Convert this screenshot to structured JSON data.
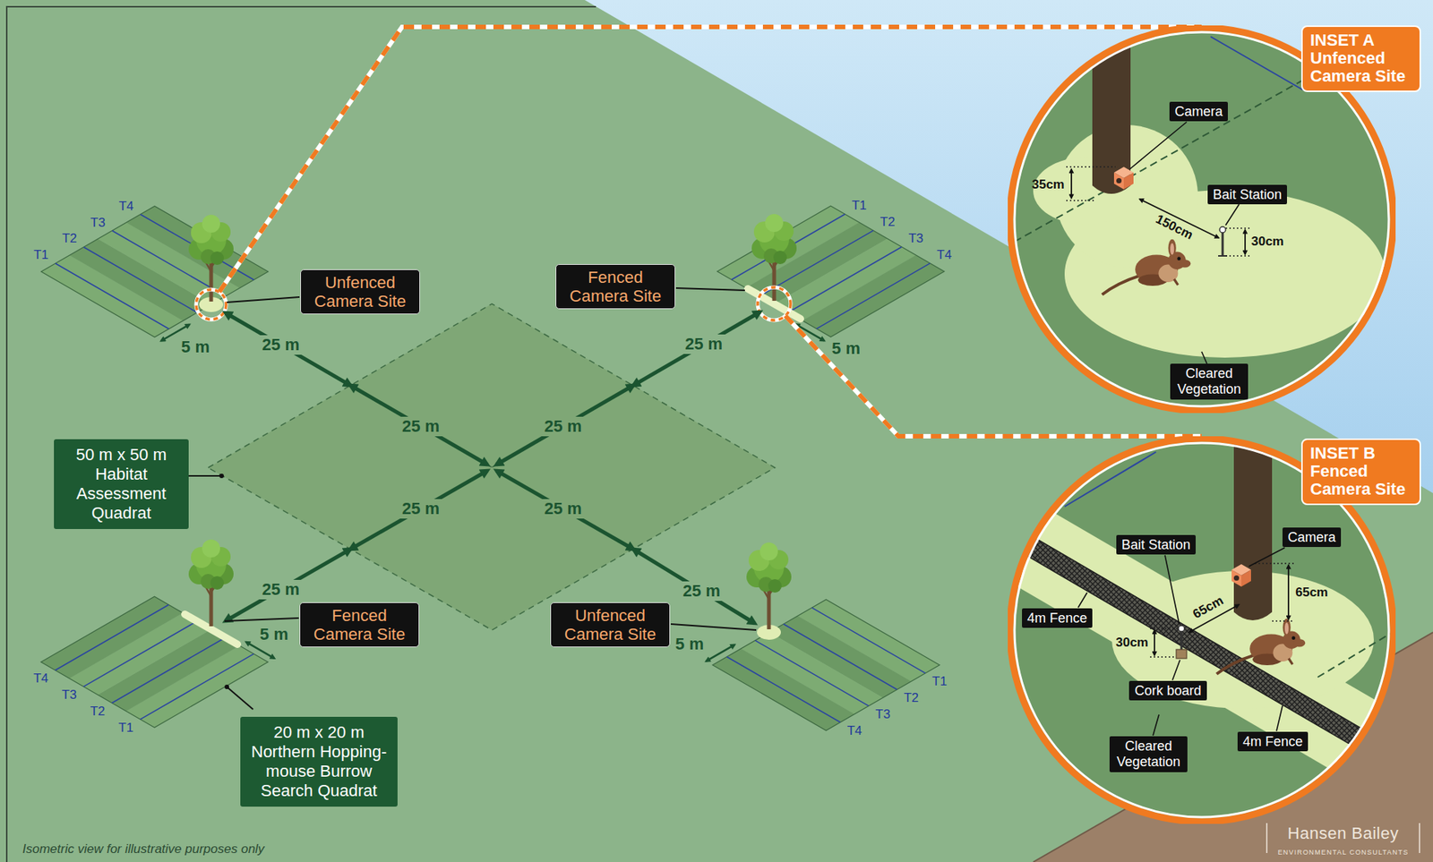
{
  "diagram": {
    "nodes": [
      {
        "text": [
          "Unfenced Camera Site"
        ]
      },
      {
        "text": [
          "Fenced Camera Site"
        ]
      },
      {
        "text": [
          "INSET A Unfenced Camera Site"
        ]
      },
      {
        "text": [
          "Camera"
        ],
        "in": 2
      },
      {
        "text": [
          "Bait Station"
        ],
        "in": 2
      },
      {
        "text": [
          "Cleared Vegetation"
        ],
        "in": 2
      },
      {
        "text": [
          "50 m x 50 m Habitat Assessment Quadrat"
        ]
      },
      {
        "text": [
          "INSET B Fenced Camera Site"
        ]
      },
      {
        "text": [
          "Bait Station"
        ],
        "in": 7
      },
      {
        "text": [
          "Camera"
        ],
        "in": 7
      },
      {
        "text": [
          "4m Fence"
        ],
        "in": 7
      },
      {
        "text": [
          "Cork board"
        ],
        "in": 7
      },
      {
        "text": [
          "Cleared Vegetation"
        ],
        "in": 7
      },
      {
        "text": [
          "4m Fence"
        ],
        "in": 7
      },
      {
        "text": [
          "Fenced Camera Site"
        ]
      },
      {
        "text": [
          "Unfenced Camera Site"
        ]
      },
      {
        "text": [
          "20 m x 20 m Northern Hopping-mouse Burrow Search Quadrat"
        ]
      }
    ],
    "labels": [
      "25 m",
      "25 m",
      "25 m",
      "25 m",
      "25 m",
      "25 m",
      "25 m",
      "25 m",
      "T1",
      "T2",
      "T3",
      "T4",
      "5 m",
      "T1",
      "T2",
      "T3",
      "T4",
      "5 m",
      "T1",
      "T2",
      "T3",
      "T4",
      "5 m",
      "T1",
      "T2",
      "T3",
      "T4",
      "5 m",
      "35cm",
      "150cm",
      "30cm",
      "65cm",
      "30cm",
      "65cm",
      "Isometric view for illustrative purposes only",
      "Hansen Bailey",
      "ENVIRONMENTAL CONSULTANTS"
    ]
  }
}
